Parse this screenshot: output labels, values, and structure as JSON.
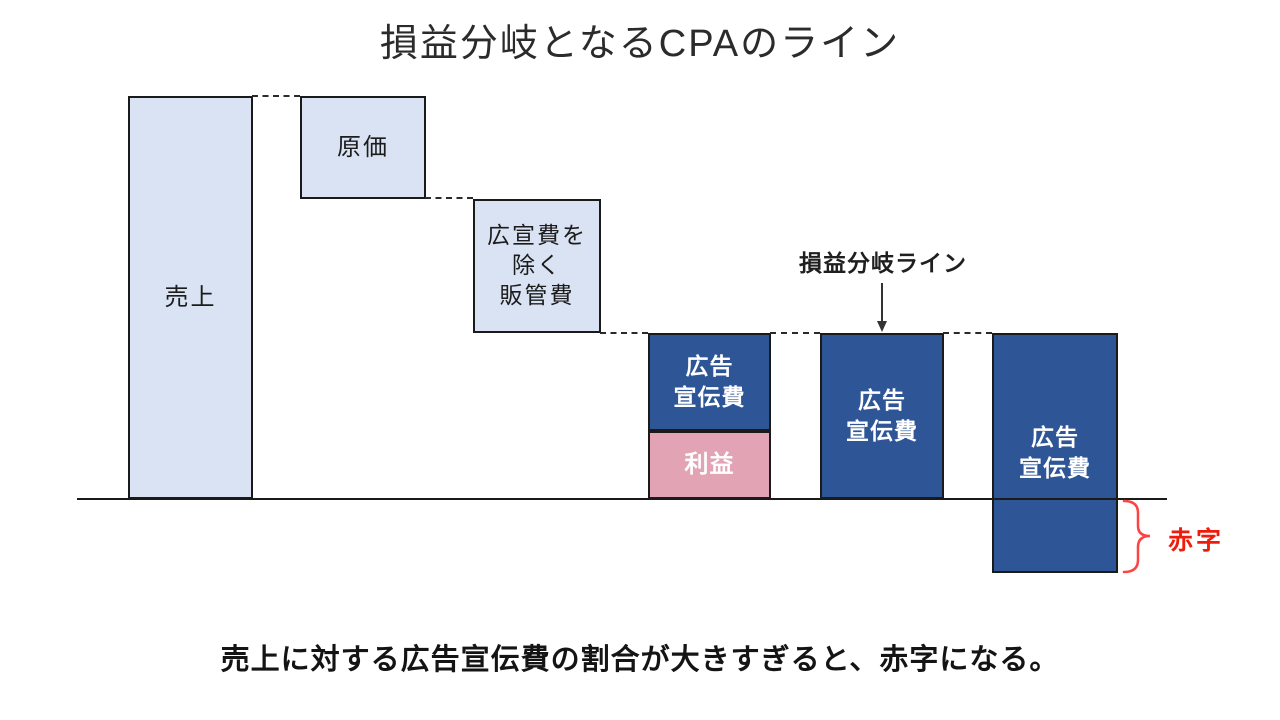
{
  "title": "損益分岐となるCPAのライン",
  "caption": "売上に対する広告宣伝費の割合が大きすぎると、赤字になる。",
  "colors": {
    "light_box_fill": "#dae3f3",
    "dark_box_fill": "#2e5596",
    "profit_fill": "#e2a3b4",
    "deficit_red": "#ee1c0c",
    "outline": "#1a1a1a"
  },
  "boxes": {
    "sales": {
      "label": "売上"
    },
    "cogs": {
      "label": "原価"
    },
    "sgna": {
      "label": "広宣費を\n除く\n販管費"
    },
    "ad_profit_case": {
      "label": "広告\n宣伝費"
    },
    "profit": {
      "label": "利益"
    },
    "ad_breakeven_case": {
      "label": "広告\n宣伝費"
    },
    "ad_deficit_case": {
      "label": "広告\n宣伝費"
    }
  },
  "annotations": {
    "breakeven_line": "損益分岐ライン",
    "deficit": "赤字"
  }
}
